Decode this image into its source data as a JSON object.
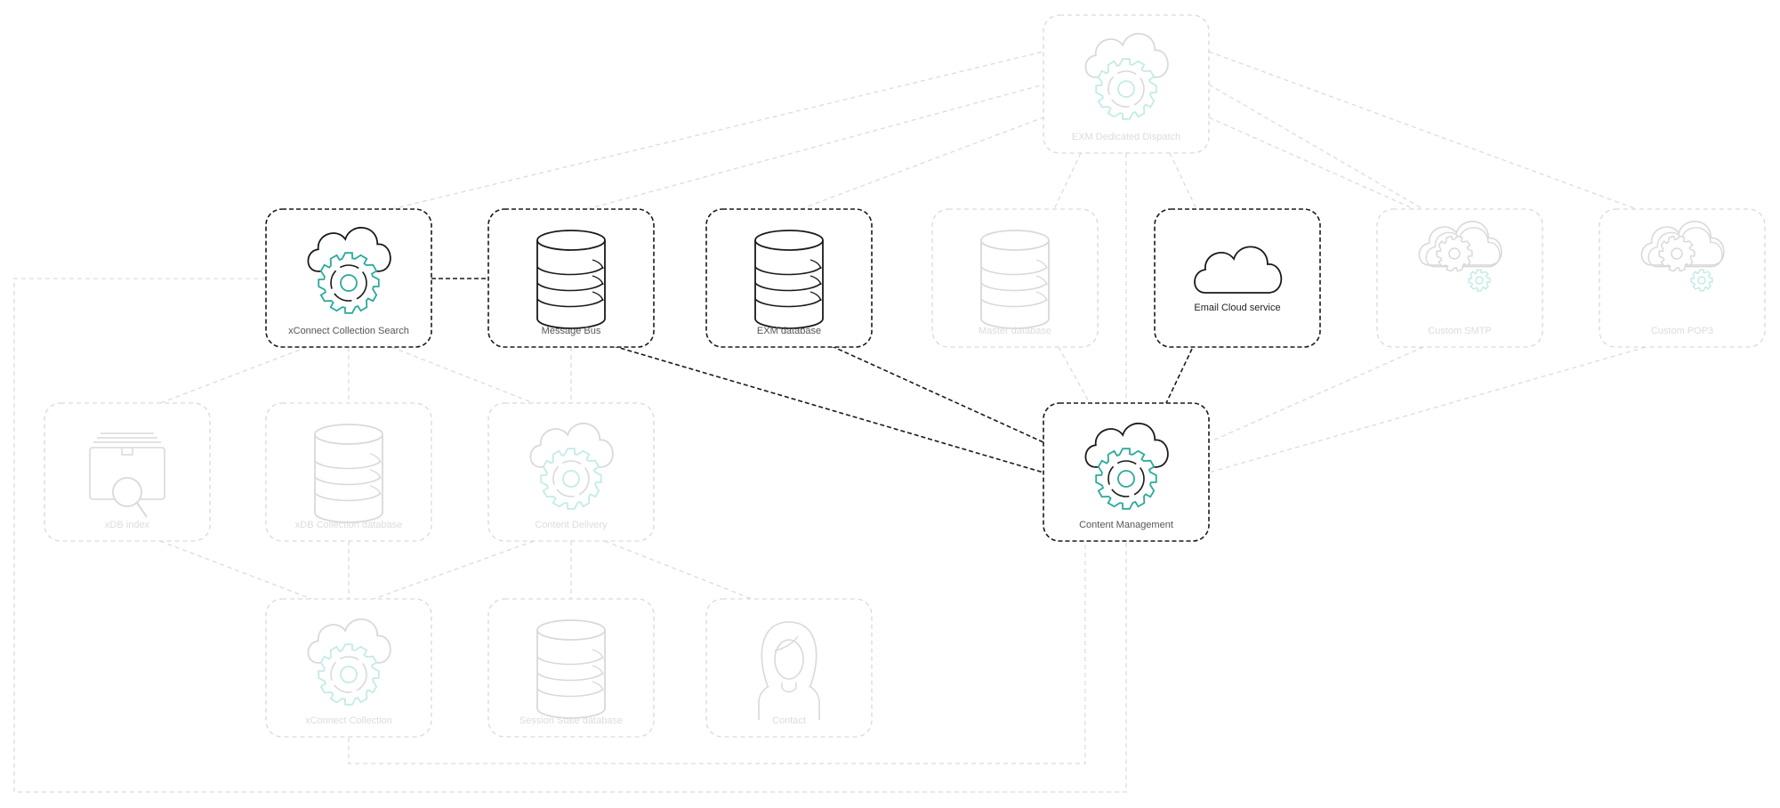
{
  "diagram": {
    "colors": {
      "active_stroke": "#1a1a1a",
      "faded_stroke": "#d9d9d9",
      "accent": "#2aaa9a",
      "accent_faded": "#c4ebe6",
      "active_connector": "#1a1a1a",
      "faded_connector": "#dcdcdc"
    },
    "nodes": {
      "exm_dispatch": {
        "label": "EXM Dedicated Dispatch",
        "icon": "cloud-gear-icon",
        "state": "faded"
      },
      "xconnect_search": {
        "label": "xConnect Collection Search",
        "icon": "cloud-gear-icon",
        "state": "active"
      },
      "message_bus": {
        "label": "Message Bus",
        "icon": "database-icon",
        "state": "active"
      },
      "exm_database": {
        "label": "EXM database",
        "icon": "database-icon",
        "state": "active"
      },
      "master_database": {
        "label": "Master database",
        "icon": "database-icon",
        "state": "faded"
      },
      "email_cloud": {
        "label": "Email Cloud service",
        "icon": "cloud-icon",
        "state": "active"
      },
      "custom_smtp": {
        "label": "Custom SMTP",
        "icon": "cloud-gears-icon",
        "state": "faded"
      },
      "custom_pop3": {
        "label": "Custom POP3",
        "icon": "cloud-gears-icon",
        "state": "faded"
      },
      "xdb_index": {
        "label": "xDB index",
        "icon": "search-index-icon",
        "state": "faded"
      },
      "xdb_collection_db": {
        "label": "xDB Collection database",
        "icon": "database-icon",
        "state": "faded"
      },
      "content_delivery": {
        "label": "Content Delivery",
        "icon": "cloud-gear-icon",
        "state": "faded"
      },
      "content_management": {
        "label": "Content Management",
        "icon": "cloud-gear-icon",
        "state": "active"
      },
      "xconnect_collection": {
        "label": "xConnect Collection",
        "icon": "cloud-gear-icon",
        "state": "faded"
      },
      "session_state_db": {
        "label": "Session State database",
        "icon": "database-icon",
        "state": "faded"
      },
      "contact": {
        "label": "Contact",
        "icon": "person-icon",
        "state": "faded"
      }
    }
  }
}
